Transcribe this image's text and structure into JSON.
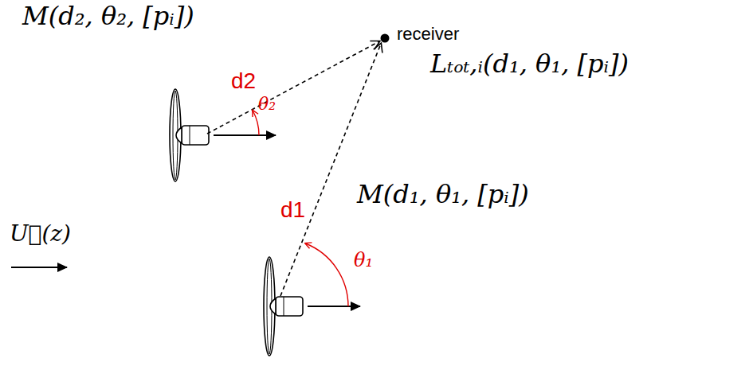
{
  "diagram": {
    "labels": [
      "M(d₂, θ₂, [pᵢ])",
      "receiver",
      "d2",
      "θ₂",
      "Lₜₒₜ,ᵢ(d₁, θ₁, [pᵢ])",
      "d1",
      "M(d₁, θ₁, [pᵢ])",
      "θ₁",
      "U⃗(z)"
    ]
  }
}
